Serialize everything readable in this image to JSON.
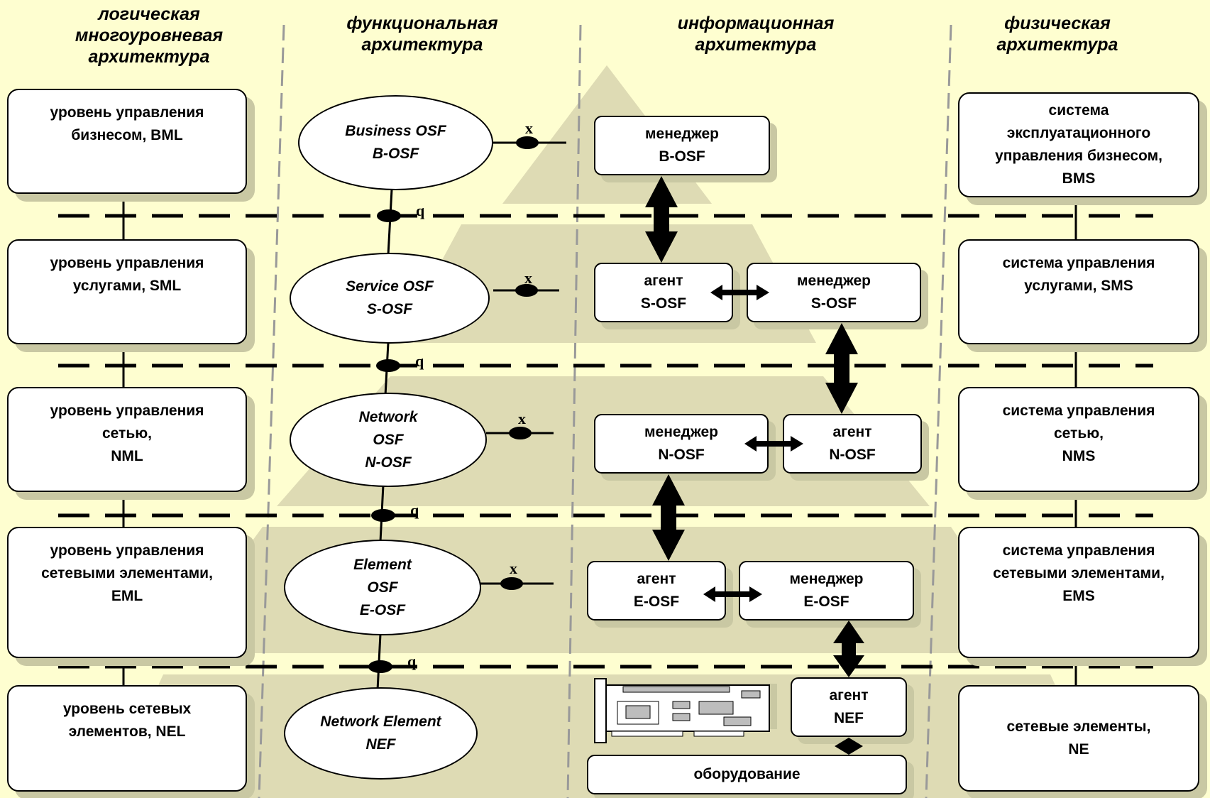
{
  "headers": {
    "logical": "логическая\nмногоуровневая\nархитектура",
    "functional": "функциональная\nархитектура",
    "informational": "информационная\nархитектура",
    "physical": "физическая\nархитектура"
  },
  "logical_levels": [
    "уровень управления\nбизнесом, BML",
    "уровень управления\nуслугами, SML",
    "уровень управления\nсетью,\nNML",
    "уровень управления\nсетевыми элементами,\nEML",
    "уровень сетевых\nэлементов, NEL"
  ],
  "functional_blocks": [
    "Business OSF\nB-OSF",
    "Service OSF\nS-OSF",
    "Network\nOSF\nN-OSF",
    "Element\nOSF\nE-OSF",
    "Network Element\nNEF"
  ],
  "interfaces": {
    "q": "q",
    "x": "x"
  },
  "info_blocks": {
    "manager_bosf": "менеджер\nB-OSF",
    "agent_sosf": "агент\nS-OSF",
    "manager_sosf": "менеджер\nS-OSF",
    "manager_nosf": "менеджер\nN-OSF",
    "agent_nosf": "агент\nN-OSF",
    "agent_eosf": "агент\nE-OSF",
    "manager_eosf": "менеджер\nE-OSF",
    "agent_nef": "агент\nNEF",
    "equipment": "оборудование"
  },
  "physical_systems": [
    "система\nэксплуатационного\nуправления бизнесом,\nBMS",
    "система управления\nуслугами, SMS",
    "система управления\nсетью,\nNMS",
    "система управления\nсетевыми элементами,\nEMS",
    "сетевые элементы,\nNE"
  ],
  "colors": {
    "background": "#fefed0",
    "pyramid": "#dedbb4",
    "shadow": "#c9c8a3",
    "column_divider": "#999999"
  }
}
